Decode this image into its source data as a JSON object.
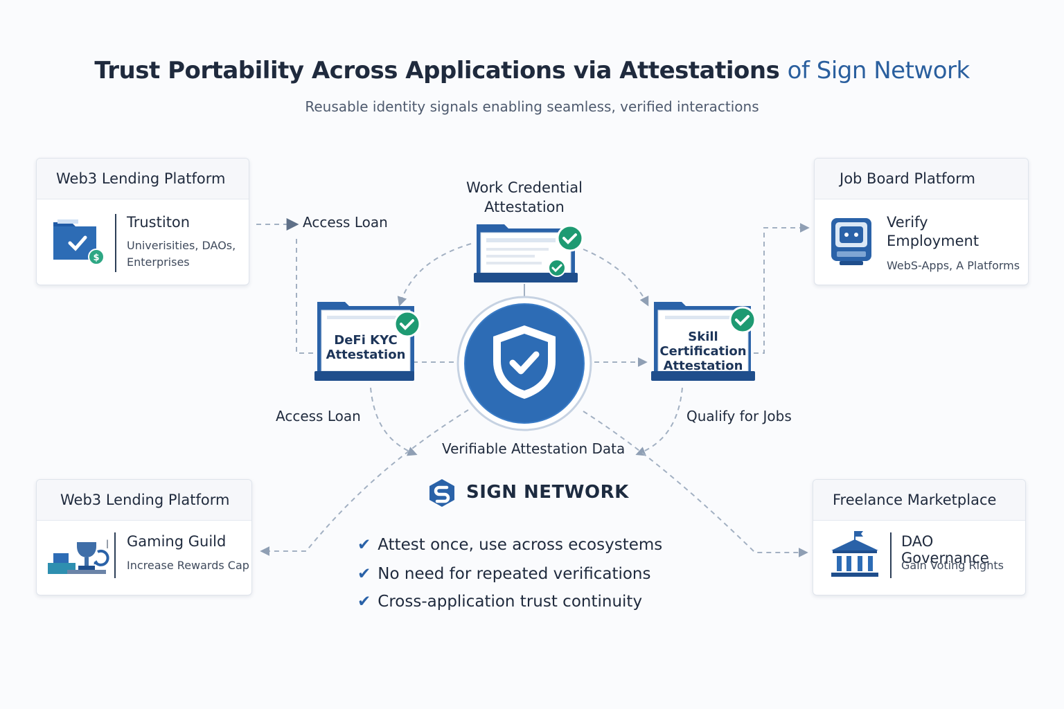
{
  "header": {
    "title_main": "Trust Portability Across Applications via Attestations",
    "title_accent": "of Sign Network",
    "subtitle": "Reusable identity signals enabling seamless, verified interactions"
  },
  "cards": {
    "top_left": {
      "header": "Web3 Lending Platform",
      "title": "Trustiton",
      "subtitle_line1": "Univerisities, DAOs,",
      "subtitle_line2": "Enterprises",
      "icon": "folder-check-icon"
    },
    "top_right": {
      "header": "Job Board Platform",
      "title_line1": "Verify",
      "title_line2": "Employment",
      "subtitle": "WebS-Apps, A Platforms",
      "icon": "robot-screen-icon"
    },
    "bottom_left": {
      "header": "Web3 Lending Platform",
      "title": "Gaming Guild",
      "subtitle": "Increase Rewards Cap",
      "icon": "trophy-icon"
    },
    "bottom_right": {
      "header": "Freelance Marketplace",
      "title": "DAO Governance",
      "subtitle": "Gain Voting Rights",
      "icon": "bank-icon"
    }
  },
  "attestations": {
    "work": {
      "label_line1": "Work Credential",
      "label_line2": "Attestation"
    },
    "defi": {
      "label_line1": "DeFi KYC",
      "label_line2": "Attestation"
    },
    "skill": {
      "label_line1": "Skill",
      "label_line2": "Certification",
      "label_line3": "Attestation"
    }
  },
  "flow_labels": {
    "top_access_loan": "Access Loan",
    "bottom_access_loan": "Access Loan",
    "qualify_jobs": "Qualify for Jobs",
    "verifiable_data": "Verifiable Attestation Data"
  },
  "brand": {
    "name": "SIGN NETWORK",
    "logo_letter": "S"
  },
  "benefits": [
    {
      "bold": "Attest once",
      "rest": ", use across ecosystems"
    },
    {
      "bold": "",
      "rest": "No need for repeated verifications"
    },
    {
      "bold": "",
      "rest": "Cross-application trust continuity"
    }
  ],
  "colors": {
    "accent": "#2a5f9e",
    "primary_blue": "#2d6cb5",
    "check_green": "#1e9a72",
    "connector_gray": "#9aa9bc"
  }
}
